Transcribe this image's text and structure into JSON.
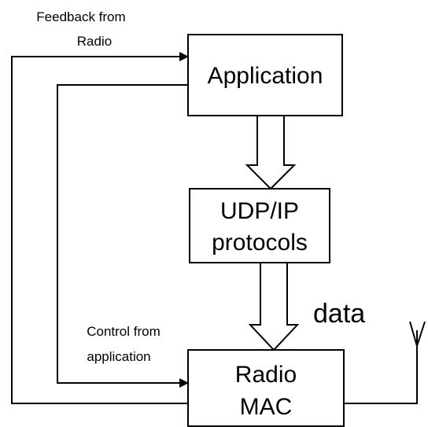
{
  "nodes": {
    "application": {
      "label": "Application"
    },
    "udp_ip": {
      "line1": "UDP/IP",
      "line2": "protocols"
    },
    "radio_mac": {
      "line1": "Radio",
      "line2": "MAC"
    }
  },
  "labels": {
    "feedback_line1": "Feedback from",
    "feedback_line2": "Radio",
    "control_line1": "Control from",
    "control_line2": "application",
    "data": "data"
  }
}
